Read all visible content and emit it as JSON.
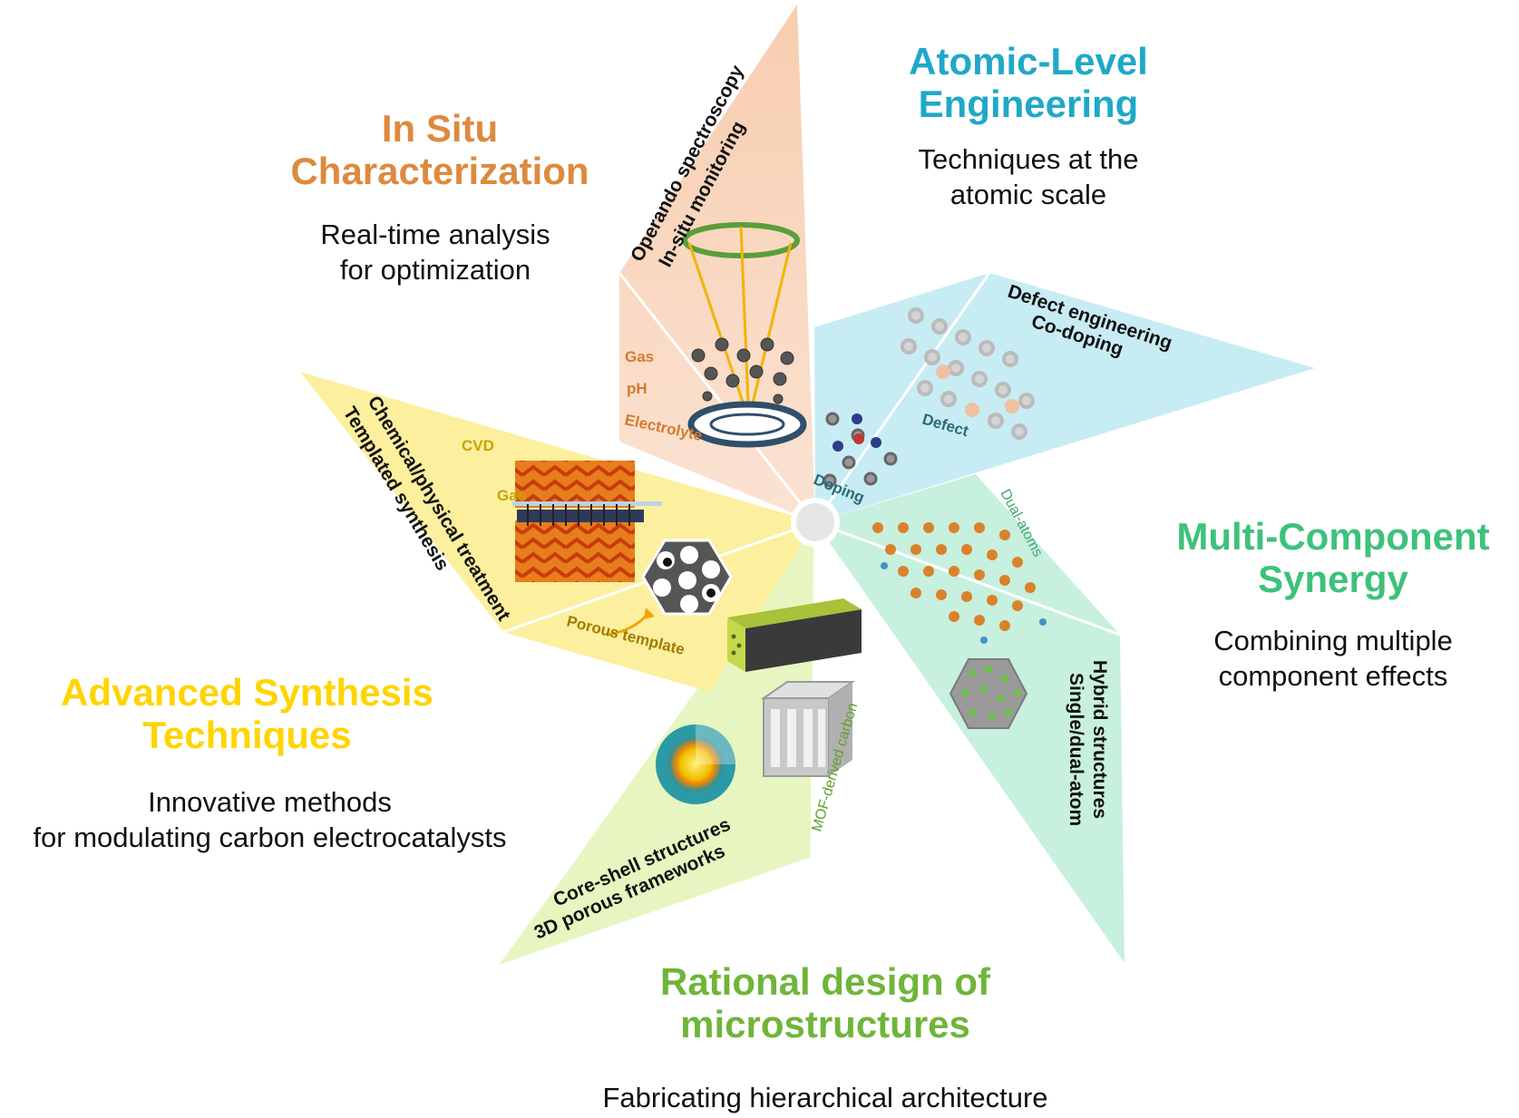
{
  "colors": {
    "in_situ": "#dd8a3e",
    "atomic": "#1fa8c9",
    "multi": "#3ec17c",
    "rational": "#6fb53a",
    "synthesis": "#ffd400",
    "in_situ_fill": "#f9dcc4",
    "atomic_fill": "#c8ecf3",
    "multi_fill": "#c7f0de",
    "rational_fill": "#e7f6c0",
    "synthesis_fill": "#fcef9e"
  },
  "sections": {
    "in_situ": {
      "title_lines": [
        "In Situ",
        "Characterization"
      ],
      "subtitle_lines": [
        "Real-time analysis",
        "for optimization"
      ],
      "blade_lines": [
        "Operando spectroscopy",
        "In-situ monitoring"
      ],
      "labels": [
        "Gas",
        "pH",
        "Electrolyte"
      ]
    },
    "atomic": {
      "title_lines": [
        "Atomic-Level",
        "Engineering"
      ],
      "subtitle_lines": [
        "Techniques at the",
        "atomic scale"
      ],
      "blade_lines": [
        "Defect engineering",
        "Co-doping"
      ],
      "labels": [
        "Defect",
        "Doping"
      ]
    },
    "multi": {
      "title_lines": [
        "Multi-Component",
        "Synergy"
      ],
      "subtitle_lines": [
        "Combining multiple",
        "component effects"
      ],
      "blade_lines": [
        "Hybrid structures",
        "Single/dual-atom"
      ],
      "labels": [
        "Dual-atoms"
      ]
    },
    "rational": {
      "title_lines": [
        "Rational design of",
        "microstructures"
      ],
      "subtitle_lines": [
        "Fabricating hierarchical architecture"
      ],
      "blade_lines": [
        "Core-shell structures",
        "3D porous frameworks"
      ],
      "labels": [
        "MOF-derived carbon"
      ]
    },
    "synthesis": {
      "title_lines": [
        "Advanced Synthesis",
        "Techniques"
      ],
      "subtitle_lines": [
        "Innovative methods",
        "for modulating  carbon electrocatalysts"
      ],
      "blade_lines": [
        "Chemical/physical  treatment",
        "Templated synthesis"
      ],
      "labels": [
        "CVD",
        "Gas",
        "Porous template"
      ]
    }
  }
}
